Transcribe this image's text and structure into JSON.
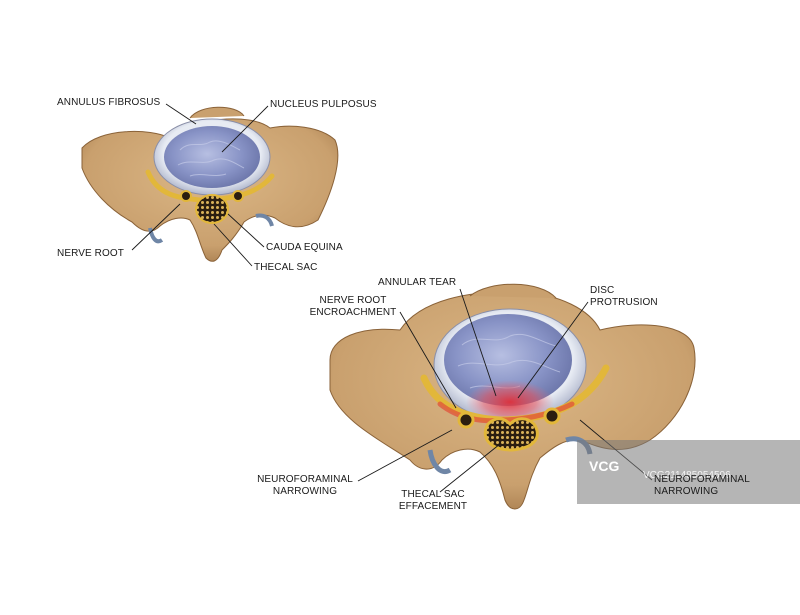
{
  "labels": {
    "annulus_fibrosus": "ANNULUS FIBROSUS",
    "nucleus_pulposus": "NUCLEUS PULPOSUS",
    "nerve_root": "NERVE ROOT",
    "cauda_equina": "CAUDA EQUINA",
    "thecal_sac": "THECAL SAC",
    "annular_tear": "ANNULAR TEAR",
    "nerve_root_encroachment": [
      "NERVE ROOT",
      "ENCROACHMENT"
    ],
    "disc_protrusion": [
      "DISC",
      "PROTRUSION"
    ],
    "neuroforaminal_narrowing_left": [
      "NEUROFORAMINAL",
      "NARROWING"
    ],
    "thecal_sac_effacement": [
      "THECAL SAC",
      "EFFACEMENT"
    ],
    "neuroforaminal_narrowing_right": [
      "NEUROFORAMINAL",
      "NARROWING"
    ]
  },
  "watermark": {
    "logo": "VCG",
    "id": "VCG211485054506"
  },
  "colors": {
    "bone": "#c9a06e",
    "bone_dark": "#8a6238",
    "annulus": "#dde3ee",
    "nucleus": "#8b97c9",
    "ligament": "#e2b73a",
    "thecal": "#3a2a1a",
    "inflammation": "#d9343c"
  }
}
